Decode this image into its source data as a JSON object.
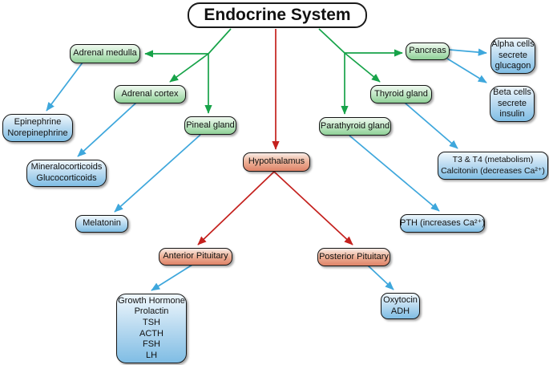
{
  "title": "Endocrine System",
  "colors": {
    "gland_arrow_green": "#17a349",
    "hormone_arrow_blue": "#3ea7dc",
    "control_arrow_red": "#c4201d",
    "gland_fill_green": "#8fd097",
    "hormone_fill_blue": "#7fbde4",
    "control_fill_red": "#df8368"
  },
  "nodes": {
    "adrenal_medulla": {
      "label": "Adrenal medulla"
    },
    "adrenal_cortex": {
      "label": "Adrenal cortex"
    },
    "pineal_gland": {
      "label": "Pineal gland"
    },
    "pancreas": {
      "label": "Pancreas"
    },
    "thyroid_gland": {
      "label": "Thyroid gland"
    },
    "parathyroid_gland": {
      "label": "Parathyroid gland"
    },
    "hypothalamus": {
      "label": "Hypothalamus"
    },
    "anterior_pituitary": {
      "label": "Anterior Pituitary"
    },
    "posterior_pituitary": {
      "label": "Posterior Pituitary"
    },
    "epinephrine": {
      "lines": [
        "Epinephrine",
        "Norepinephrine"
      ]
    },
    "corticoids": {
      "lines": [
        "Mineralocorticoids",
        "Glucocorticoids"
      ]
    },
    "melatonin": {
      "label": "Melatonin"
    },
    "anterior_hormones": {
      "lines": [
        "Growth Hormone",
        "Prolactin",
        "TSH",
        "ACTH",
        "FSH",
        "LH"
      ]
    },
    "posterior_hormones": {
      "lines": [
        "Oxytocin",
        "ADH"
      ]
    },
    "alpha_cells": {
      "lines": [
        "Alpha cells",
        "secrete",
        "glucagon"
      ]
    },
    "beta_cells": {
      "lines": [
        "Beta cells",
        "secrete",
        "insulin"
      ]
    },
    "thyroid_hormones": {
      "lines": [
        "T3 & T4 (metabolism)",
        "Calcitonin (decreases Ca²⁺)"
      ]
    },
    "pth": {
      "label": "PTH (increases Ca²⁺)"
    }
  }
}
